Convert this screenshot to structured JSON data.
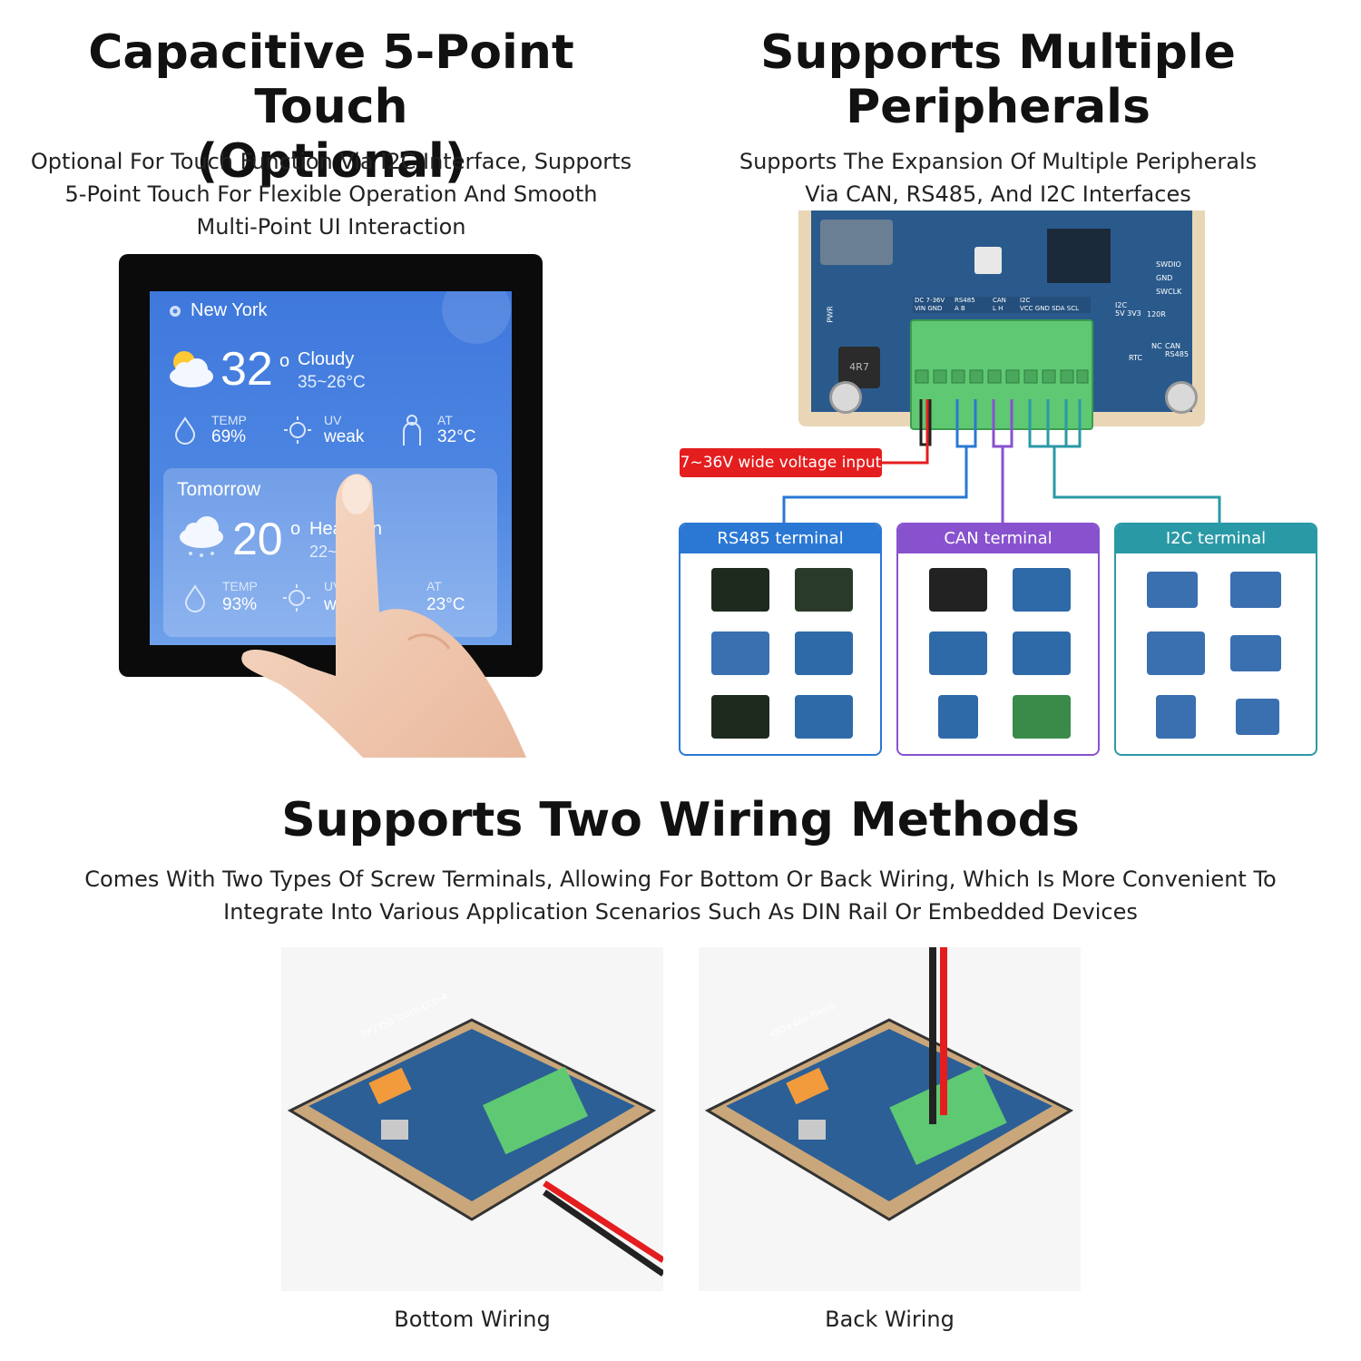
{
  "touch": {
    "title_line1": "Capacitive 5-Point Touch",
    "title_line2": "(Optional)",
    "desc_line1": "Optional For Touch Function Via I2C Interface, Supports",
    "desc_line2": "5-Point Touch For Flexible Operation And Smooth",
    "desc_line3": "Multi-Point UI Interaction",
    "screen": {
      "location": "New York",
      "today_temp": "32",
      "today_cond": "Cloudy",
      "today_range": "35~26°C",
      "stats": [
        {
          "label": "TEMP",
          "value": "69%"
        },
        {
          "label": "UV",
          "value": "weak"
        },
        {
          "label": "AT",
          "value": "32°C"
        }
      ],
      "tomorrow_label": "Tomorrow",
      "tomorrow_temp": "20",
      "tomorrow_cond": "Hea   ain",
      "tomorrow_range": "22~",
      "tomorrow_stats": [
        {
          "label": "TEMP",
          "value": "93%"
        },
        {
          "label": "UV",
          "value": "we"
        },
        {
          "label": "AT",
          "value": "23°C"
        }
      ]
    }
  },
  "peripherals": {
    "title_line1": "Supports Multiple",
    "title_line2": "Peripherals",
    "desc_line1": "Supports The Expansion Of Multiple Peripherals",
    "desc_line2": "Via CAN, RS485, And I2C Interfaces",
    "board_labels": {
      "power": "DC 7-36V",
      "power_pins": "VIN GND",
      "rs485": "RS485",
      "rs485_pins": "A    B",
      "can": "CAN",
      "can_pins": "L    H",
      "i2c": "I2C",
      "i2c_pins": "VCC GND SDA SCL",
      "i2c_volt": "I2C",
      "i2c_volt_pins": "5V 3V3",
      "swdio": "SWDIO",
      "gnd": "GND",
      "swclk": "SWCLK",
      "pwr": "PWR",
      "rtc": "RTC",
      "r120": "120R",
      "nc": "NC",
      "can_rs485": "CAN RS485",
      "inductor": "4R7"
    },
    "voltage_label": "7~36V wide voltage input",
    "panels": [
      {
        "title": "RS485 terminal",
        "color": "#2a78d4"
      },
      {
        "title": "CAN terminal",
        "color": "#8852cf"
      },
      {
        "title": "I2C terminal",
        "color": "#2a99a6"
      }
    ]
  },
  "wiring": {
    "title": "Supports Two Wiring Methods",
    "desc_line1": "Comes With Two Types Of Screw Terminals, Allowing For Bottom Or Back Wiring, Which Is More Convenient To",
    "desc_line2": "Integrate Into Various Application Scenarios Such As DIN Rail Or Embedded Devices",
    "bottom_caption": "Bottom Wiring",
    "back_caption": "Back Wiring",
    "board_silk": "RP2350-Touch-LCD-4",
    "board_silk2": "480×480 Pixels"
  }
}
